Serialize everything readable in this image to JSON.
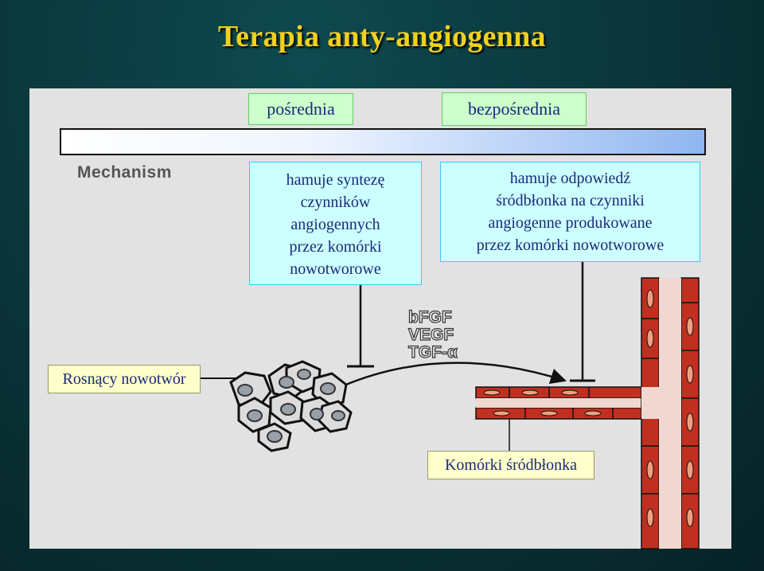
{
  "title": "Terapia anty-angiogenna",
  "labels": {
    "indirect": "pośrednia",
    "direct": "bezpośrednia",
    "mechanism": "Mechanism",
    "indirect_desc": [
      "hamuje syntezę",
      "czynników",
      "angiogennych",
      "przez komórki",
      "nowotworowe"
    ],
    "direct_desc": [
      "hamuje odpowiedź",
      "śródbłonka na czynniki",
      "angiogenne produkowane",
      "przez komórki nowotworowe"
    ],
    "factors": [
      "bFGF",
      "VEGF",
      "TGF-α"
    ],
    "tumor": "Rosnący nowotwór",
    "endothelium": "Komórki śródbłonka"
  },
  "colors": {
    "title": "#f0d020",
    "vessel": "#c03020",
    "background": "#0a3438"
  }
}
